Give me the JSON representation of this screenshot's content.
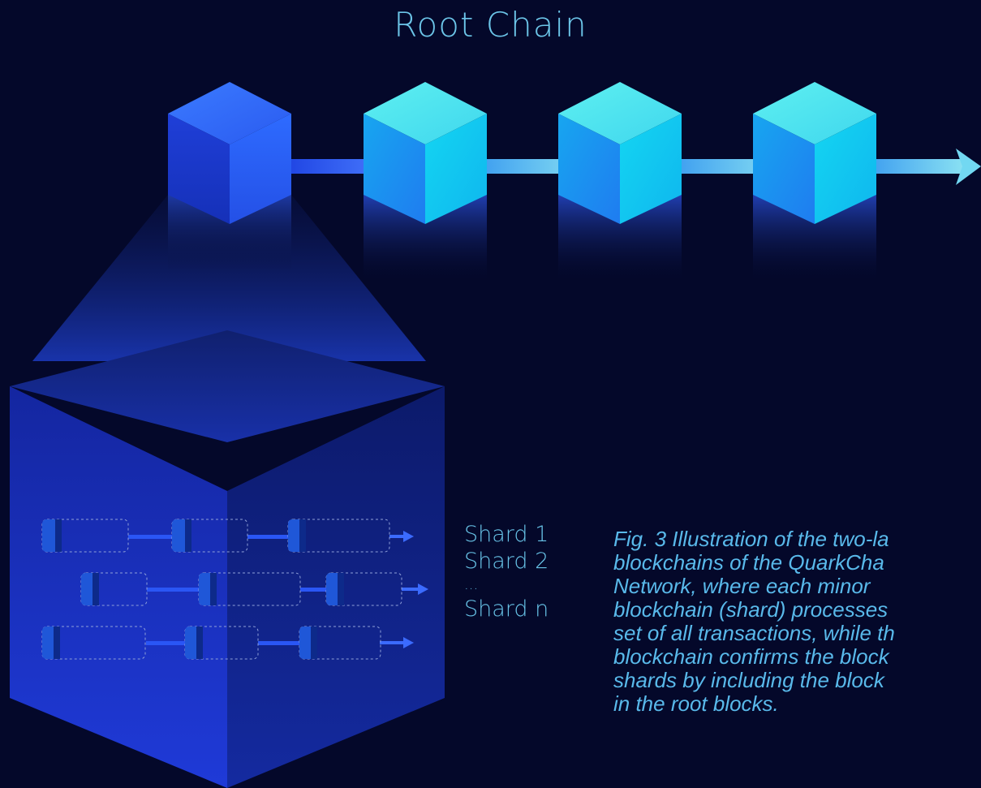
{
  "title": "Root Chain",
  "root_chain": {
    "block_count": 4,
    "colors": {
      "first_block": "#2f62f0",
      "other_blocks": "#26d6f0",
      "background": "#04082a",
      "accent": "#67c2e6"
    }
  },
  "shards": {
    "labels": [
      "Shard 1",
      "Shard 2",
      "...",
      "Shard n"
    ]
  },
  "caption": {
    "lines": [
      "Fig. 3 Illustration of the two-la",
      "blockchains of  the QuarkCha",
      "Network, where each minor",
      "blockchain (shard) processes",
      "set of all transactions, while th",
      "blockchain confirms the block",
      "shards by including the block",
      "in the root blocks."
    ]
  }
}
